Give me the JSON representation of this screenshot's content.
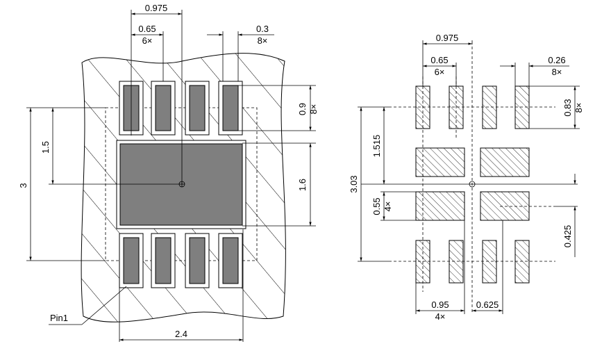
{
  "left_view": {
    "dims": {
      "pitch_offset": "0.975",
      "pad_pitch": "0.65",
      "pad_pitch_count": "6×",
      "pad_width": "0.3",
      "pad_width_count": "8×",
      "pad_length": "0.9",
      "pad_length_count": "8×",
      "half_height": "1.5",
      "body_height": "3",
      "thermal_pad_height": "1.6",
      "body_width": "2.4"
    },
    "pin1_label": "Pin1"
  },
  "right_view": {
    "dims": {
      "pitch_offset": "0.975",
      "pad_pitch": "0.65",
      "pad_pitch_count": "6×",
      "pad_width": "0.26",
      "pad_width_count": "8×",
      "pad_length": "0.83",
      "pad_length_count": "8×",
      "row_offset": "1.515",
      "total_height": "3.03",
      "thermal_height": "0.55",
      "thermal_height_count": "4×",
      "thermal_offset": "0.425",
      "thermal_width": "0.95",
      "thermal_width_count": "4×",
      "thermal_gap": "0.625"
    }
  },
  "colors": {
    "pad_fill": "#7f7f7f",
    "line": "#000000"
  }
}
